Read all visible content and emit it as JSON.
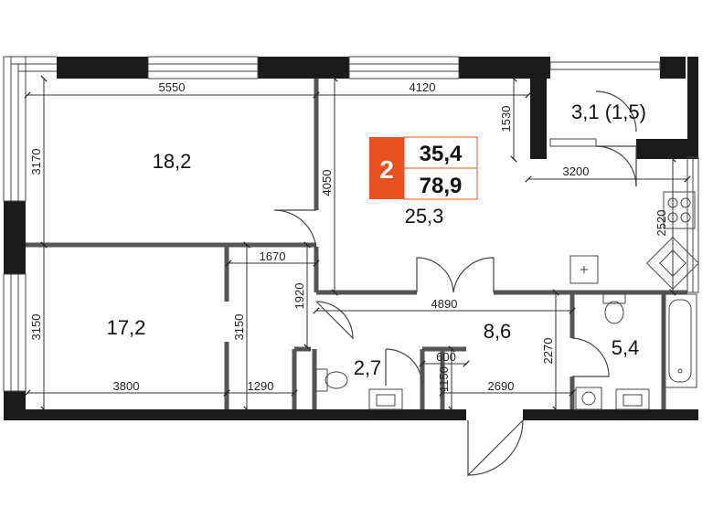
{
  "badge": {
    "rooms": "2",
    "living_area": "35,4",
    "total_area": "78,9",
    "accent_color": "#e8501f"
  },
  "rooms": [
    {
      "id": "bedroom-1",
      "area": "18,2"
    },
    {
      "id": "kitchen-living",
      "area": "25,3"
    },
    {
      "id": "balcony",
      "area": "3,1 (1,5)"
    },
    {
      "id": "bedroom-2",
      "area": "17,2"
    },
    {
      "id": "hallway",
      "area": "8,6"
    },
    {
      "id": "wc",
      "area": "2,7"
    },
    {
      "id": "bathroom",
      "area": "5,4"
    }
  ],
  "dimensions": {
    "top_left_width": "5550",
    "top_mid_width": "4120",
    "left_top_height": "3170",
    "kitchen_height": "4050",
    "niche_depth": "1530",
    "kitchen_right_width": "3200",
    "kitchen_right_height": "2520",
    "corridor_width": "1670",
    "corridor_height": "1920",
    "hall_width": "4890",
    "left_bottom_height": "3150",
    "mid_bottom_height": "3150",
    "bedroom2_width": "3800",
    "wc_width": "1290",
    "closet_width": "600",
    "closet_height": "1150",
    "hall_bottom_width": "2690",
    "hall_height": "2270"
  },
  "icons": [
    "window-icon",
    "door-icon",
    "sink-icon",
    "toilet-icon",
    "bathtub-icon",
    "stove-icon",
    "washing-machine-icon",
    "ventilation-icon"
  ]
}
